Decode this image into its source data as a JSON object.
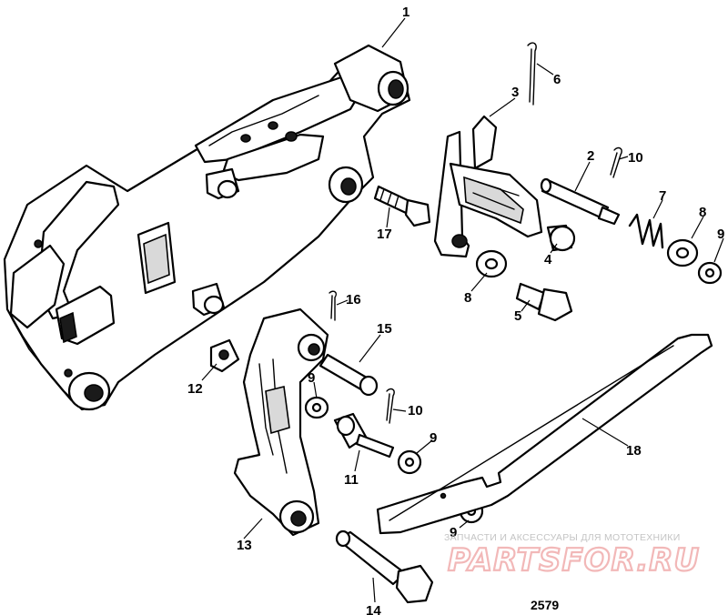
{
  "figure_number": "2579",
  "callouts": [
    {
      "id": "c1",
      "text": "1"
    },
    {
      "id": "c2",
      "text": "2"
    },
    {
      "id": "c3",
      "text": "3"
    },
    {
      "id": "c4",
      "text": "4"
    },
    {
      "id": "c5",
      "text": "5"
    },
    {
      "id": "c6",
      "text": "6"
    },
    {
      "id": "c7",
      "text": "7"
    },
    {
      "id": "c8a",
      "text": "8"
    },
    {
      "id": "c8b",
      "text": "8"
    },
    {
      "id": "c9a",
      "text": "9"
    },
    {
      "id": "c9b",
      "text": "9"
    },
    {
      "id": "c9c",
      "text": "9"
    },
    {
      "id": "c9d",
      "text": "9"
    },
    {
      "id": "c10a",
      "text": "10"
    },
    {
      "id": "c10b",
      "text": "10"
    },
    {
      "id": "c11",
      "text": "11"
    },
    {
      "id": "c12",
      "text": "12"
    },
    {
      "id": "c13",
      "text": "13"
    },
    {
      "id": "c14",
      "text": "14"
    },
    {
      "id": "c15",
      "text": "15"
    },
    {
      "id": "c16",
      "text": "16"
    },
    {
      "id": "c17",
      "text": "17"
    },
    {
      "id": "c18",
      "text": "18"
    }
  ],
  "watermark": {
    "tagline": "ЗАПЧАСТИ И АКСЕССУАРЫ ДЛЯ МОТОТЕХНИКИ",
    "brand": "PARTSFOR.RU",
    "brand_color": "#e8a0a0"
  }
}
